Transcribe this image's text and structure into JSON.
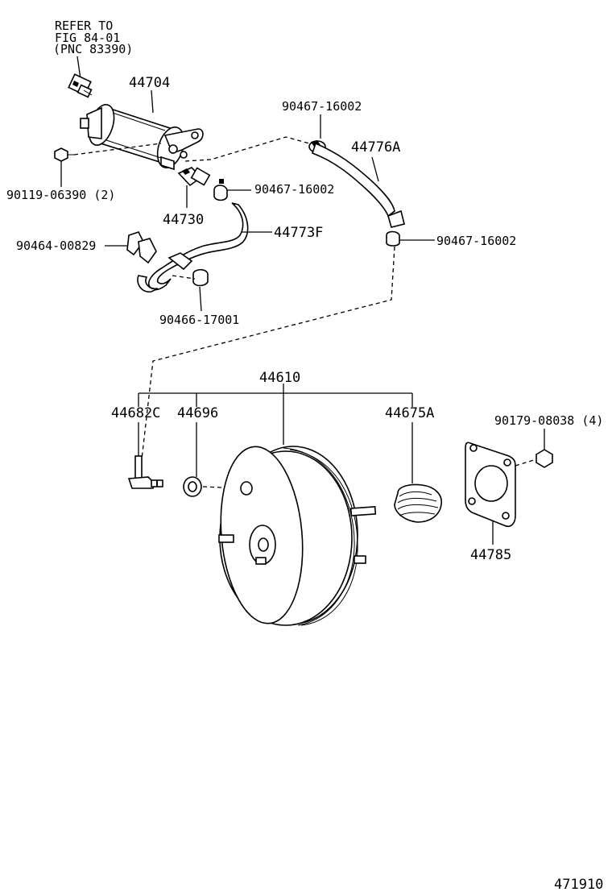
{
  "refer_note": {
    "line1": "REFER TO",
    "line2": "FIG 84-01",
    "line3": "(PNC 83390)"
  },
  "labels": {
    "pump": "44704",
    "clip_top": "90467-16002",
    "hose_upper": "44776A",
    "bolt_pump": "90119-06390 (2)",
    "clip_mid": "90467-16002",
    "check_valve": "44730",
    "hose_lower": "44773F",
    "clamp_left": "90464-00829",
    "clip_right": "90467-16002",
    "clip_bottom": "90466-17001",
    "booster": "44610",
    "union": "44682C",
    "grommet": "44696",
    "boot": "44675A",
    "nut": "90179-08038 (4)",
    "gasket": "44785"
  },
  "figure_number": "471910"
}
